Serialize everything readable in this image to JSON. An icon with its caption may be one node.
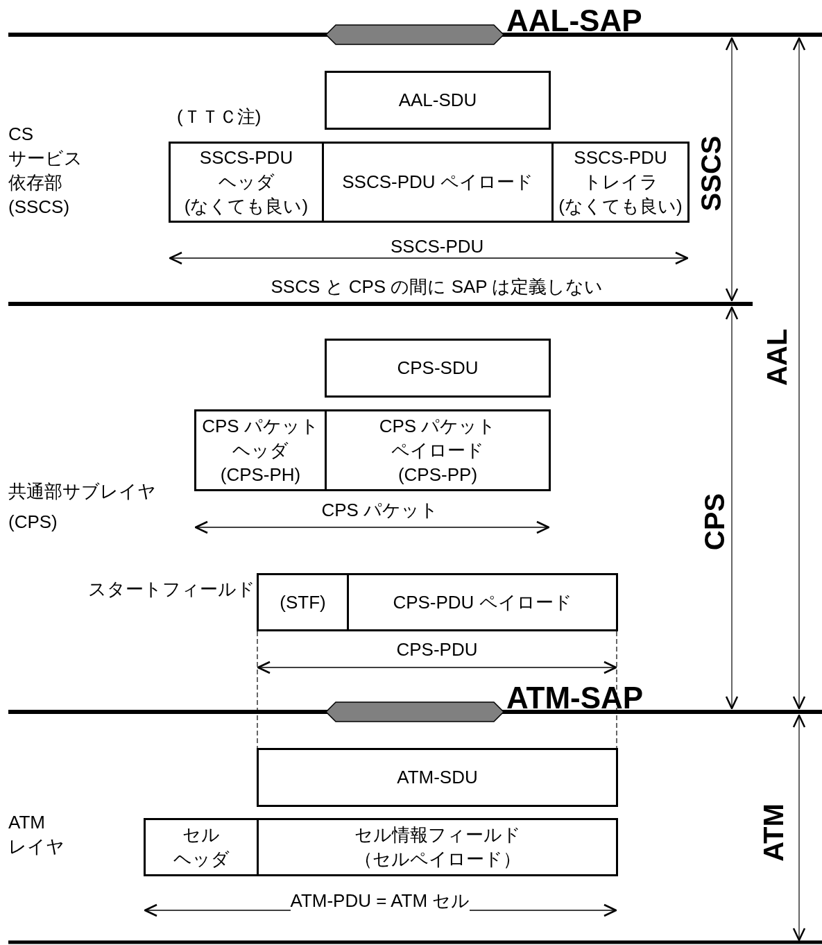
{
  "diagram": {
    "nodes": [
      {
        "text": [
          "AAL-SDU"
        ]
      },
      {
        "text": [
          "SSCS-PDU",
          "ヘッダ",
          "(なくても良い)"
        ]
      },
      {
        "text": [
          "SSCS-PDU ペイロード"
        ]
      },
      {
        "text": [
          "SSCS-PDU",
          "トレイラ",
          "(なくても良い)"
        ]
      },
      {
        "text": [
          "CPS-SDU"
        ]
      },
      {
        "text": [
          "CPS パケット",
          "ヘッダ",
          "(CPS-PH)"
        ]
      },
      {
        "text": [
          "CPS パケット",
          "ペイロード",
          "(CPS-PP)"
        ]
      },
      {
        "text": [
          "(STF)"
        ],
        "beside": [
          "スタートフィールド"
        ]
      },
      {
        "text": [
          "CPS-PDU ペイロード"
        ]
      },
      {
        "text": [
          "ATM-SDU"
        ]
      },
      {
        "text": [
          "セル",
          "ヘッダ"
        ]
      },
      {
        "text": [
          "セル情報フィールド",
          "（セルペイロード）"
        ]
      },
      {
        "text": [],
        "shape": "hexagon"
      },
      {
        "text": [],
        "shape": "hexagon"
      }
    ],
    "edges": [
      {
        "from": 7,
        "to": 9,
        "arrow": "none",
        "style": "dashed"
      },
      {
        "from": 8,
        "to": 9,
        "arrow": "none",
        "style": "dashed"
      }
    ],
    "labels": [
      "AAL-SAP",
      "(ＴＴＣ注)",
      "CS",
      "サービス",
      "依存部",
      "(SSCS)",
      "SSCS",
      "SSCS-PDU",
      "SSCS と CPS の間に SAP は定義しない",
      "AAL",
      "共通部サブレイヤ",
      "(CPS)",
      "CPS パケット",
      "CPS",
      "CPS-PDU",
      "ATM-SAP",
      "ATM",
      "レイヤ",
      "ATM",
      "ATM-PDU = ATM セル"
    ]
  }
}
